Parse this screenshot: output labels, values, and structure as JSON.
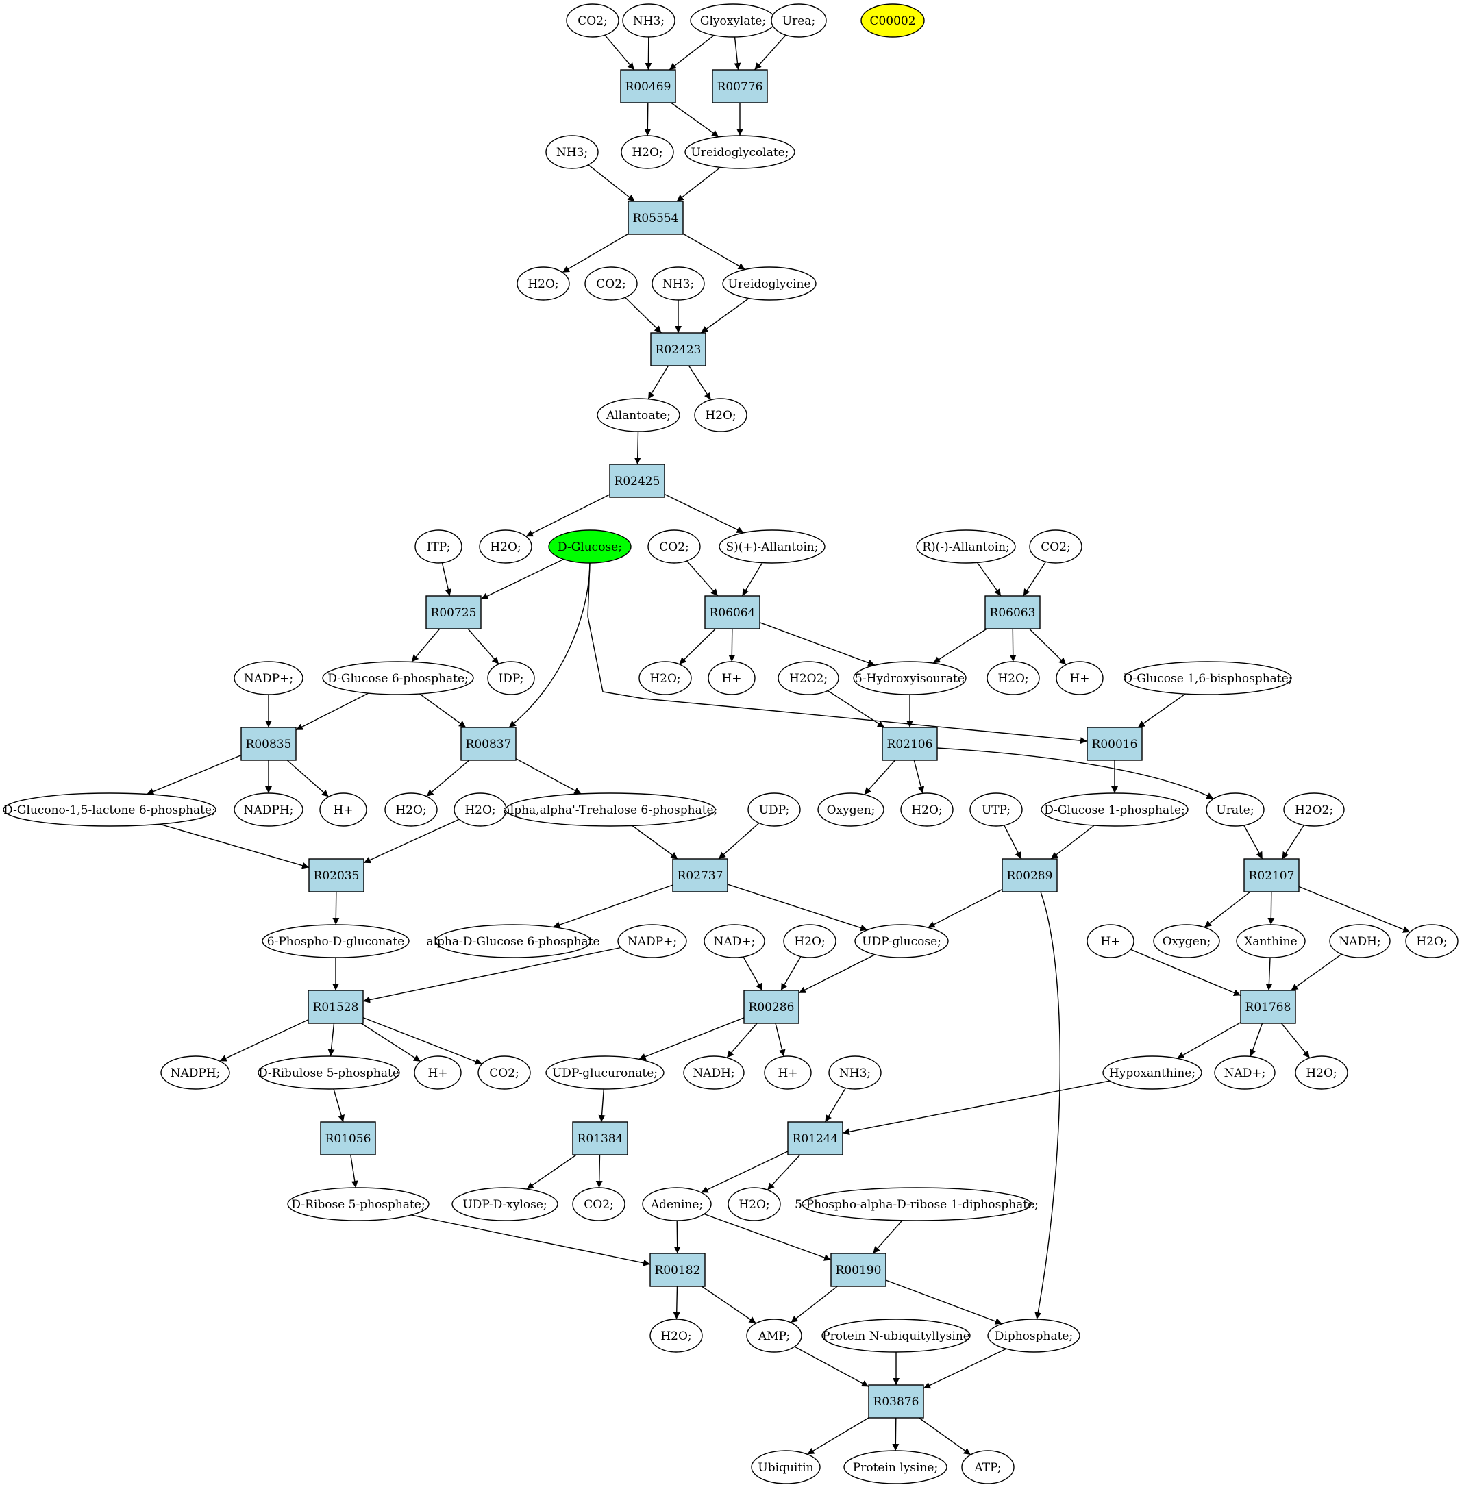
{
  "colors": {
    "reaction": "#add8e6",
    "compound": "#ffffff",
    "highlight_yellow": "#ffff00",
    "highlight_green": "#00ff00",
    "stroke": "#000000"
  },
  "nodes": [
    {
      "id": "co2_top",
      "label": "CO2;",
      "kind": "compound"
    },
    {
      "id": "nh3_top",
      "label": "NH3;",
      "kind": "compound"
    },
    {
      "id": "glyoxylate",
      "label": "Glyoxylate;",
      "kind": "compound"
    },
    {
      "id": "urea",
      "label": "Urea;",
      "kind": "compound"
    },
    {
      "id": "c00002",
      "label": "C00002",
      "kind": "compound",
      "fill": "highlight_yellow"
    },
    {
      "id": "R00469",
      "label": "R00469",
      "kind": "reaction"
    },
    {
      "id": "R00776",
      "label": "R00776",
      "kind": "reaction"
    },
    {
      "id": "nh3_2",
      "label": "NH3;",
      "kind": "compound"
    },
    {
      "id": "h2o_2",
      "label": "H2O;",
      "kind": "compound"
    },
    {
      "id": "ureidoglycolate",
      "label": "Ureidoglycolate;",
      "kind": "compound"
    },
    {
      "id": "R05554",
      "label": "R05554",
      "kind": "reaction"
    },
    {
      "id": "h2o_3",
      "label": "H2O;",
      "kind": "compound"
    },
    {
      "id": "co2_3",
      "label": "CO2;",
      "kind": "compound"
    },
    {
      "id": "nh3_3",
      "label": "NH3;",
      "kind": "compound"
    },
    {
      "id": "ureidoglycine",
      "label": "Ureidoglycine",
      "kind": "compound"
    },
    {
      "id": "R02423",
      "label": "R02423",
      "kind": "reaction"
    },
    {
      "id": "allantoate",
      "label": "Allantoate;",
      "kind": "compound"
    },
    {
      "id": "h2o_4",
      "label": "H2O;",
      "kind": "compound"
    },
    {
      "id": "R02425",
      "label": "R02425",
      "kind": "reaction"
    },
    {
      "id": "itp",
      "label": "ITP;",
      "kind": "compound"
    },
    {
      "id": "h2o_5",
      "label": "H2O;",
      "kind": "compound"
    },
    {
      "id": "dglucose",
      "label": "D-Glucose;",
      "kind": "compound",
      "fill": "highlight_green"
    },
    {
      "id": "co2_5",
      "label": "CO2;",
      "kind": "compound"
    },
    {
      "id": "s_allantoin",
      "label": "S)(+)-Allantoin;",
      "kind": "compound"
    },
    {
      "id": "r_allantoin",
      "label": "R)(-)-Allantoin;",
      "kind": "compound"
    },
    {
      "id": "co2_5b",
      "label": "CO2;",
      "kind": "compound"
    },
    {
      "id": "R00725",
      "label": "R00725",
      "kind": "reaction"
    },
    {
      "id": "R06064",
      "label": "R06064",
      "kind": "reaction"
    },
    {
      "id": "R06063",
      "label": "R06063",
      "kind": "reaction"
    },
    {
      "id": "nadp_6",
      "label": "NADP+;",
      "kind": "compound"
    },
    {
      "id": "g6p",
      "label": "D-Glucose 6-phosphate;",
      "kind": "compound"
    },
    {
      "id": "idp",
      "label": "IDP;",
      "kind": "compound"
    },
    {
      "id": "h2o_6",
      "label": "H2O;",
      "kind": "compound"
    },
    {
      "id": "hplus_6",
      "label": "H+",
      "kind": "compound"
    },
    {
      "id": "h2o2_6",
      "label": "H2O2;",
      "kind": "compound"
    },
    {
      "id": "hydroxyisourate",
      "label": "5-Hydroxyisourate",
      "kind": "compound"
    },
    {
      "id": "h2o_6b",
      "label": "H2O;",
      "kind": "compound"
    },
    {
      "id": "hplus_6b",
      "label": "H+",
      "kind": "compound"
    },
    {
      "id": "g16bp",
      "label": "D-Glucose 1,6-bisphosphate;",
      "kind": "compound"
    },
    {
      "id": "R00835",
      "label": "R00835",
      "kind": "reaction"
    },
    {
      "id": "R00837",
      "label": "R00837",
      "kind": "reaction"
    },
    {
      "id": "R02106",
      "label": "R02106",
      "kind": "reaction"
    },
    {
      "id": "R00016",
      "label": "R00016",
      "kind": "reaction"
    },
    {
      "id": "glucono",
      "label": "D-Glucono-1,5-lactone 6-phosphate;",
      "kind": "compound"
    },
    {
      "id": "nadph_7",
      "label": "NADPH;",
      "kind": "compound"
    },
    {
      "id": "hplus_7",
      "label": "H+",
      "kind": "compound"
    },
    {
      "id": "h2o_7",
      "label": "H2O;",
      "kind": "compound"
    },
    {
      "id": "h2o_7b",
      "label": "H2O;",
      "kind": "compound"
    },
    {
      "id": "trehalose6p",
      "label": "alpha,alpha'-Trehalose 6-phosphate;",
      "kind": "compound"
    },
    {
      "id": "udp",
      "label": "UDP;",
      "kind": "compound"
    },
    {
      "id": "oxygen_7",
      "label": "Oxygen;",
      "kind": "compound"
    },
    {
      "id": "h2o_7c",
      "label": "H2O;",
      "kind": "compound"
    },
    {
      "id": "utp",
      "label": "UTP;",
      "kind": "compound"
    },
    {
      "id": "g1p",
      "label": "D-Glucose 1-phosphate;",
      "kind": "compound"
    },
    {
      "id": "urate",
      "label": "Urate;",
      "kind": "compound"
    },
    {
      "id": "h2o2_7",
      "label": "H2O2;",
      "kind": "compound"
    },
    {
      "id": "R02035",
      "label": "R02035",
      "kind": "reaction"
    },
    {
      "id": "R02737",
      "label": "R02737",
      "kind": "reaction"
    },
    {
      "id": "R00289",
      "label": "R00289",
      "kind": "reaction"
    },
    {
      "id": "R02107",
      "label": "R02107",
      "kind": "reaction"
    },
    {
      "id": "phosphogluconate",
      "label": "6-Phospho-D-gluconate",
      "kind": "compound"
    },
    {
      "id": "aglucose6p",
      "label": "alpha-D-Glucose 6-phosphate",
      "kind": "compound"
    },
    {
      "id": "nadp_8",
      "label": "NADP+;",
      "kind": "compound"
    },
    {
      "id": "nad_8",
      "label": "NAD+;",
      "kind": "compound"
    },
    {
      "id": "h2o_8",
      "label": "H2O;",
      "kind": "compound"
    },
    {
      "id": "udpglucose",
      "label": "UDP-glucose;",
      "kind": "compound"
    },
    {
      "id": "hplus_8",
      "label": "H+",
      "kind": "compound"
    },
    {
      "id": "oxygen_8",
      "label": "Oxygen;",
      "kind": "compound"
    },
    {
      "id": "xanthine",
      "label": "Xanthine",
      "kind": "compound"
    },
    {
      "id": "nadh_8",
      "label": "NADH;",
      "kind": "compound"
    },
    {
      "id": "h2o_8b",
      "label": "H2O;",
      "kind": "compound"
    },
    {
      "id": "R01528",
      "label": "R01528",
      "kind": "reaction"
    },
    {
      "id": "R00286",
      "label": "R00286",
      "kind": "reaction"
    },
    {
      "id": "R01768",
      "label": "R01768",
      "kind": "reaction"
    },
    {
      "id": "nadph_9",
      "label": "NADPH;",
      "kind": "compound"
    },
    {
      "id": "ribulose5p",
      "label": "D-Ribulose 5-phosphate",
      "kind": "compound"
    },
    {
      "id": "hplus_9",
      "label": "H+",
      "kind": "compound"
    },
    {
      "id": "co2_9",
      "label": "CO2;",
      "kind": "compound"
    },
    {
      "id": "udpglucuronate",
      "label": "UDP-glucuronate;",
      "kind": "compound"
    },
    {
      "id": "nadh_9",
      "label": "NADH;",
      "kind": "compound"
    },
    {
      "id": "hplus_9b",
      "label": "H+",
      "kind": "compound"
    },
    {
      "id": "nh3_9",
      "label": "NH3;",
      "kind": "compound"
    },
    {
      "id": "hypoxanthine",
      "label": "Hypoxanthine;",
      "kind": "compound"
    },
    {
      "id": "nad_9",
      "label": "NAD+;",
      "kind": "compound"
    },
    {
      "id": "h2o_9",
      "label": "H2O;",
      "kind": "compound"
    },
    {
      "id": "R01056",
      "label": "R01056",
      "kind": "reaction"
    },
    {
      "id": "R01384",
      "label": "R01384",
      "kind": "reaction"
    },
    {
      "id": "R01244",
      "label": "R01244",
      "kind": "reaction"
    },
    {
      "id": "ribose5p",
      "label": "D-Ribose 5-phosphate;",
      "kind": "compound"
    },
    {
      "id": "udpxylose",
      "label": "UDP-D-xylose;",
      "kind": "compound"
    },
    {
      "id": "co2_10",
      "label": "CO2;",
      "kind": "compound"
    },
    {
      "id": "adenine",
      "label": "Adenine;",
      "kind": "compound"
    },
    {
      "id": "h2o_10",
      "label": "H2O;",
      "kind": "compound"
    },
    {
      "id": "prpp",
      "label": "5-Phospho-alpha-D-ribose 1-diphosphate;",
      "kind": "compound"
    },
    {
      "id": "R00182",
      "label": "R00182",
      "kind": "reaction"
    },
    {
      "id": "R00190",
      "label": "R00190",
      "kind": "reaction"
    },
    {
      "id": "h2o_11",
      "label": "H2O;",
      "kind": "compound"
    },
    {
      "id": "amp",
      "label": "AMP;",
      "kind": "compound"
    },
    {
      "id": "ubiquityllysine",
      "label": "Protein N-ubiquityllysine",
      "kind": "compound"
    },
    {
      "id": "diphosphate",
      "label": "Diphosphate;",
      "kind": "compound"
    },
    {
      "id": "R03876",
      "label": "R03876",
      "kind": "reaction"
    },
    {
      "id": "ubiquitin",
      "label": "Ubiquitin",
      "kind": "compound"
    },
    {
      "id": "proteinlysine",
      "label": "Protein lysine;",
      "kind": "compound"
    },
    {
      "id": "atp",
      "label": "ATP;",
      "kind": "compound"
    }
  ],
  "edges": [
    [
      "co2_top",
      "R00469"
    ],
    [
      "nh3_top",
      "R00469"
    ],
    [
      "glyoxylate",
      "R00469"
    ],
    [
      "glyoxylate",
      "R00776"
    ],
    [
      "urea",
      "R00776"
    ],
    [
      "R00469",
      "h2o_2"
    ],
    [
      "R00469",
      "ureidoglycolate"
    ],
    [
      "R00776",
      "ureidoglycolate"
    ],
    [
      "nh3_2",
      "R05554"
    ],
    [
      "ureidoglycolate",
      "R05554"
    ],
    [
      "R05554",
      "h2o_3"
    ],
    [
      "R05554",
      "ureidoglycine"
    ],
    [
      "co2_3",
      "R02423"
    ],
    [
      "nh3_3",
      "R02423"
    ],
    [
      "ureidoglycine",
      "R02423"
    ],
    [
      "R02423",
      "allantoate"
    ],
    [
      "R02423",
      "h2o_4"
    ],
    [
      "allantoate",
      "R02425"
    ],
    [
      "R02425",
      "h2o_5"
    ],
    [
      "R02425",
      "s_allantoin"
    ],
    [
      "itp",
      "R00725"
    ],
    [
      "dglucose",
      "R00725"
    ],
    [
      "dglucose",
      "R00837"
    ],
    [
      "dglucose",
      "R00016"
    ],
    [
      "co2_5",
      "R06064"
    ],
    [
      "s_allantoin",
      "R06064"
    ],
    [
      "r_allantoin",
      "R06063"
    ],
    [
      "co2_5b",
      "R06063"
    ],
    [
      "R00725",
      "g6p"
    ],
    [
      "R00725",
      "idp"
    ],
    [
      "R06064",
      "h2o_6"
    ],
    [
      "R06064",
      "hplus_6"
    ],
    [
      "R06064",
      "hydroxyisourate"
    ],
    [
      "R06063",
      "hydroxyisourate"
    ],
    [
      "R06063",
      "h2o_6b"
    ],
    [
      "R06063",
      "hplus_6b"
    ],
    [
      "nadp_6",
      "R00835"
    ],
    [
      "g6p",
      "R00835"
    ],
    [
      "g6p",
      "R00837"
    ],
    [
      "h2o2_6",
      "R02106"
    ],
    [
      "hydroxyisourate",
      "R02106"
    ],
    [
      "g16bp",
      "R00016"
    ],
    [
      "R00835",
      "glucono"
    ],
    [
      "R00835",
      "nadph_7"
    ],
    [
      "R00835",
      "hplus_7"
    ],
    [
      "R00837",
      "h2o_7"
    ],
    [
      "R00837",
      "trehalose6p"
    ],
    [
      "R02106",
      "oxygen_7"
    ],
    [
      "R02106",
      "h2o_7c"
    ],
    [
      "R02106",
      "urate"
    ],
    [
      "R00016",
      "g1p"
    ],
    [
      "glucono",
      "R02035"
    ],
    [
      "h2o_7b",
      "R02035"
    ],
    [
      "trehalose6p",
      "R02737"
    ],
    [
      "udp",
      "R02737"
    ],
    [
      "utp",
      "R00289"
    ],
    [
      "g1p",
      "R00289"
    ],
    [
      "urate",
      "R02107"
    ],
    [
      "h2o2_7",
      "R02107"
    ],
    [
      "R02035",
      "phosphogluconate"
    ],
    [
      "R02737",
      "aglucose6p"
    ],
    [
      "R02737",
      "udpglucose"
    ],
    [
      "R00289",
      "udpglucose"
    ],
    [
      "R00289",
      "diphosphate"
    ],
    [
      "R02107",
      "oxygen_8"
    ],
    [
      "R02107",
      "xanthine"
    ],
    [
      "R02107",
      "h2o_8b"
    ],
    [
      "phosphogluconate",
      "R01528"
    ],
    [
      "nadp_8",
      "R01528"
    ],
    [
      "nad_8",
      "R00286"
    ],
    [
      "h2o_8",
      "R00286"
    ],
    [
      "udpglucose",
      "R00286"
    ],
    [
      "hplus_8",
      "R01768"
    ],
    [
      "xanthine",
      "R01768"
    ],
    [
      "nadh_8",
      "R01768"
    ],
    [
      "R01528",
      "nadph_9"
    ],
    [
      "R01528",
      "ribulose5p"
    ],
    [
      "R01528",
      "hplus_9"
    ],
    [
      "R01528",
      "co2_9"
    ],
    [
      "R00286",
      "udpglucuronate"
    ],
    [
      "R00286",
      "nadh_9"
    ],
    [
      "R00286",
      "hplus_9b"
    ],
    [
      "R01768",
      "hypoxanthine"
    ],
    [
      "R01768",
      "nad_9"
    ],
    [
      "R01768",
      "h2o_9"
    ],
    [
      "ribulose5p",
      "R01056"
    ],
    [
      "udpglucuronate",
      "R01384"
    ],
    [
      "nh3_9",
      "R01244"
    ],
    [
      "hypoxanthine",
      "R01244"
    ],
    [
      "R01056",
      "ribose5p"
    ],
    [
      "R01384",
      "udpxylose"
    ],
    [
      "R01384",
      "co2_10"
    ],
    [
      "R01244",
      "adenine"
    ],
    [
      "R01244",
      "h2o_10"
    ],
    [
      "ribose5p",
      "R00182"
    ],
    [
      "adenine",
      "R00182"
    ],
    [
      "adenine",
      "R00190"
    ],
    [
      "prpp",
      "R00190"
    ],
    [
      "R00182",
      "h2o_11"
    ],
    [
      "R00182",
      "amp"
    ],
    [
      "R00190",
      "amp"
    ],
    [
      "R00190",
      "diphosphate"
    ],
    [
      "amp",
      "R03876"
    ],
    [
      "ubiquityllysine",
      "R03876"
    ],
    [
      "diphosphate",
      "R03876"
    ],
    [
      "R03876",
      "ubiquitin"
    ],
    [
      "R03876",
      "proteinlysine"
    ],
    [
      "R03876",
      "atp"
    ]
  ]
}
